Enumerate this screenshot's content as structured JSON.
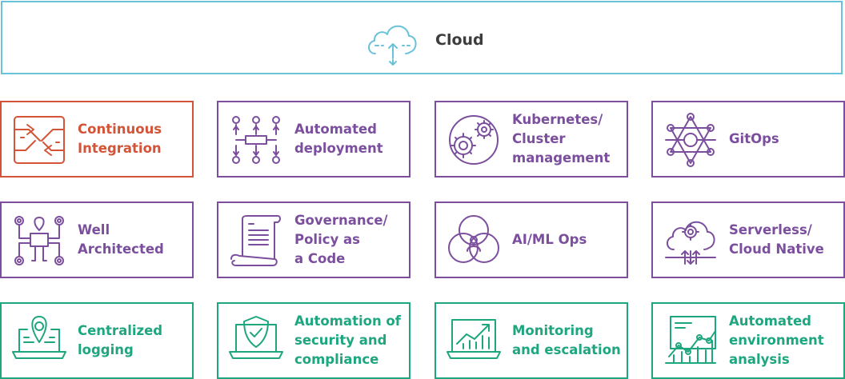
{
  "cloud": {
    "label": "Cloud"
  },
  "colors": {
    "cloud": "#6ac2d9",
    "red": "#d35438",
    "purple": "#7b4f9d",
    "green": "#1ea67f"
  },
  "cards": [
    {
      "label": "Continuous\nIntegration",
      "icon": "continuous-integration-icon",
      "color": "red"
    },
    {
      "label": "Automated\ndeployment",
      "icon": "deployment-flow-icon",
      "color": "purple"
    },
    {
      "label": "Kubernetes/\nCluster\nmanagement",
      "icon": "gears-icon",
      "color": "purple"
    },
    {
      "label": "GitOps",
      "icon": "network-star-icon",
      "color": "purple"
    },
    {
      "label": "Well\nArchitected",
      "icon": "architecture-map-icon",
      "color": "purple"
    },
    {
      "label": "Governance/\nPolicy as\na Code",
      "icon": "scroll-document-icon",
      "color": "purple"
    },
    {
      "label": "AI/ML Ops",
      "icon": "venn-person-icon",
      "color": "purple"
    },
    {
      "label": "Serverless/\nCloud Native",
      "icon": "cloud-gear-icon",
      "color": "purple"
    },
    {
      "label": "Centralized\nlogging",
      "icon": "laptop-location-icon",
      "color": "green"
    },
    {
      "label": "Automation of\nsecurity and\ncompliance",
      "icon": "laptop-shield-icon",
      "color": "green"
    },
    {
      "label": "Monitoring\nand escalation",
      "icon": "laptop-chart-icon",
      "color": "green"
    },
    {
      "label": "Automated\nenvironment\nanalysis",
      "icon": "line-chart-icon",
      "color": "green"
    }
  ]
}
